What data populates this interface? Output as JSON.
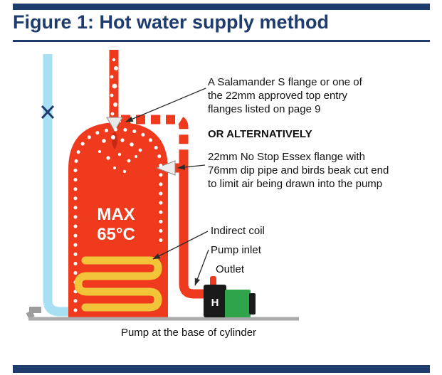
{
  "header": {
    "title": "Figure 1: Hot water supply method"
  },
  "annotations": {
    "top_flange": "A Salamander S flange or one of the 22mm approved top entry flanges listed on page 9",
    "or_alternatively": "OR ALTERNATIVELY",
    "essex_flange": "22mm No Stop Essex flange with 76mm dip pipe and birds beak cut end to limit air being drawn into the pump",
    "indirect_coil": "Indirect coil",
    "pump_inlet": "Pump inlet",
    "outlet": "Outlet"
  },
  "diagram": {
    "cylinder_label_line1": "MAX",
    "cylinder_label_line2": "65°C",
    "pump_label": "H",
    "caption": "Pump at the base of cylinder"
  },
  "colors": {
    "navy": "#1E3C6E",
    "red": "#EF3A1E",
    "light_blue": "#A7DFF3",
    "gold": "#F2C43A",
    "green": "#2FA44A",
    "floor_gray": "#ABABAB"
  }
}
